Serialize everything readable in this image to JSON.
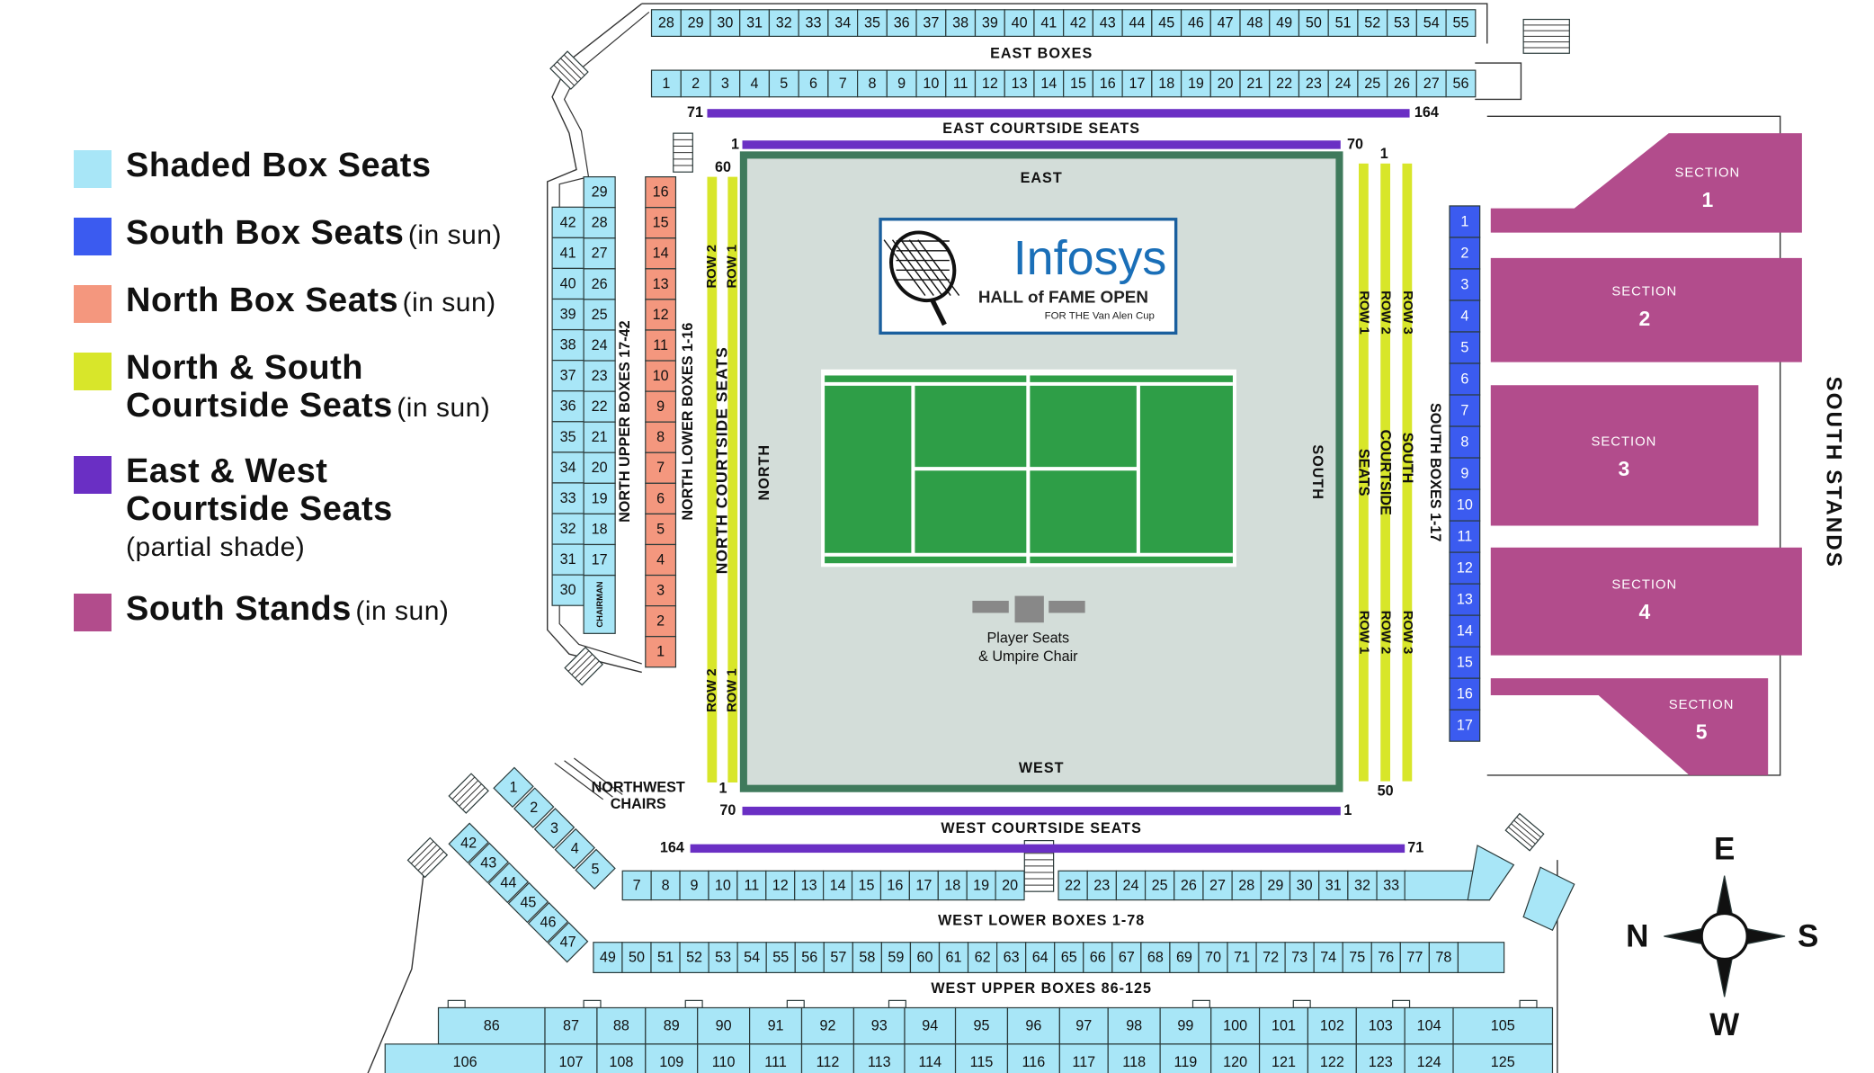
{
  "legend": [
    {
      "label": "Shaded Box Seats",
      "note": "",
      "sub": "",
      "color": "#a8e6f7"
    },
    {
      "label": "South Box Seats",
      "note": "(in sun)",
      "sub": "",
      "color": "#3b5bf0"
    },
    {
      "label": "North Box Seats",
      "note": "(in sun)",
      "sub": "",
      "color": "#f4977e"
    },
    {
      "label": "North & South Courtside Seats",
      "note": "(in sun)",
      "sub": "",
      "color": "#d8e62a"
    },
    {
      "label": "East & West Courtside Seats",
      "note": "",
      "sub": "(partial shade)",
      "color": "#6a2fc4"
    },
    {
      "label": "South Stands",
      "note": "(in sun)",
      "sub": "",
      "color": "#b24c8c"
    }
  ],
  "colors": {
    "shaded": "#a8e6f7",
    "south_box": "#3b5bf0",
    "north_box": "#f4977e",
    "courtside_ns": "#d8e62a",
    "courtside_ew": "#6a2fc4",
    "stands": "#b24c8c",
    "court_surround": "#d3ddd9",
    "court_border": "#3f7a5c",
    "court_green": "#2e9e47",
    "line": "#17302f"
  },
  "map": {
    "east_boxes_title": "EAST BOXES",
    "east_boxes_top": [
      "28",
      "29",
      "30",
      "31",
      "32",
      "33",
      "34",
      "35",
      "36",
      "37",
      "38",
      "39",
      "40",
      "41",
      "42",
      "43",
      "44",
      "45",
      "46",
      "47",
      "48",
      "49",
      "50",
      "51",
      "52",
      "53",
      "54",
      "55"
    ],
    "east_boxes_bottom": [
      "1",
      "2",
      "3",
      "4",
      "5",
      "6",
      "7",
      "8",
      "9",
      "10",
      "11",
      "12",
      "13",
      "14",
      "15",
      "16",
      "17",
      "18",
      "19",
      "20",
      "21",
      "22",
      "23",
      "24",
      "25",
      "26",
      "27",
      "56"
    ],
    "east_courtside_title": "EAST COURTSIDE SEATS",
    "east_courtside_start": "71",
    "east_courtside_end": "164",
    "east_row_start": "1",
    "east_row_end": "70",
    "north_row_top": "60",
    "north_row_bottom": "1",
    "south_row_top": "1",
    "south_row_bottom": "50",
    "west_row_start": "70",
    "west_row_end": "1",
    "west_courtside_title": "WEST COURTSIDE SEATS",
    "west_courtside_start": "164",
    "west_courtside_end": "71",
    "east_label": "EAST",
    "west_label": "WEST",
    "north_label": "NORTH",
    "south_label": "SOUTH",
    "logo_brand": "Infosys",
    "logo_line1": "HALL of FAME OPEN",
    "logo_line2": "FOR THE Van Alen Cup",
    "player_seats_line1": "Player Seats",
    "player_seats_line2": "& Umpire Chair",
    "north_upper_title": "NORTH UPPER BOXES 17-42",
    "north_upper_left": [
      "42",
      "41",
      "40",
      "39",
      "38",
      "37",
      "36",
      "35",
      "34",
      "33",
      "32",
      "31",
      "30"
    ],
    "north_upper_right": [
      "29",
      "28",
      "27",
      "26",
      "25",
      "24",
      "23",
      "22",
      "21",
      "20",
      "19",
      "18",
      "17"
    ],
    "chairman_label": "CHAIRMAN",
    "north_lower_title": "NORTH LOWER BOXES 1-16",
    "north_lower": [
      "16",
      "15",
      "14",
      "13",
      "12",
      "11",
      "10",
      "9",
      "8",
      "7",
      "6",
      "5",
      "4",
      "3",
      "2",
      "1"
    ],
    "north_courtside_title": "NORTH COURTSIDE SEATS",
    "row1": "ROW 1",
    "row2": "ROW 2",
    "row3": "ROW 3",
    "south_courtside_title1": "SOUTH",
    "south_courtside_title2": "COURTSIDE",
    "south_courtside_title3": "SEATS",
    "south_boxes_title": "SOUTH BOXES 1-17",
    "south_boxes": [
      "1",
      "2",
      "3",
      "4",
      "5",
      "6",
      "7",
      "8",
      "9",
      "10",
      "11",
      "12",
      "13",
      "14",
      "15",
      "16",
      "17"
    ],
    "section_word": "SECTION",
    "sections": [
      "1",
      "2",
      "3",
      "4",
      "5"
    ],
    "south_stands_title": "SOUTH STANDS",
    "northwest_title1": "NORTHWEST",
    "northwest_title2": "CHAIRS",
    "diag_upper": [
      "1",
      "2",
      "3",
      "4",
      "5"
    ],
    "diag_lower": [
      "42",
      "43",
      "44",
      "45",
      "46",
      "47"
    ],
    "west_lower_title": "WEST LOWER BOXES 1-78",
    "west_lower_row1a": [
      "7",
      "8",
      "9",
      "10",
      "11",
      "12",
      "13",
      "14",
      "15",
      "16",
      "17",
      "18",
      "19",
      "20"
    ],
    "west_lower_row1b": [
      "22",
      "23",
      "24",
      "25",
      "26",
      "27",
      "28",
      "29",
      "30",
      "31",
      "32",
      "33"
    ],
    "west_lower_row2": [
      "49",
      "50",
      "51",
      "52",
      "53",
      "54",
      "55",
      "56",
      "57",
      "58",
      "59",
      "60",
      "61",
      "62",
      "63",
      "64",
      "65",
      "66",
      "67",
      "68",
      "69",
      "70",
      "71",
      "72",
      "73",
      "74",
      "75",
      "76",
      "77",
      "78"
    ],
    "west_upper_title": "WEST UPPER BOXES 86-125",
    "west_upper_row1": [
      "86",
      "87",
      "88",
      "89",
      "90",
      "91",
      "92",
      "93",
      "94",
      "95",
      "96",
      "97",
      "98",
      "99",
      "100",
      "101",
      "102",
      "103",
      "104",
      "105"
    ],
    "west_upper_row2": [
      "106",
      "107",
      "108",
      "109",
      "110",
      "111",
      "112",
      "113",
      "114",
      "115",
      "116",
      "117",
      "118",
      "119",
      "120",
      "121",
      "122",
      "123",
      "124",
      "125"
    ],
    "compass": {
      "north": "N",
      "east": "E",
      "south": "S",
      "west": "W"
    }
  }
}
